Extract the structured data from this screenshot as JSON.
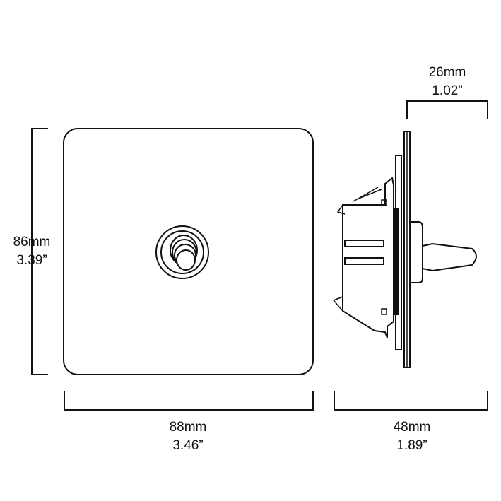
{
  "title": "Single toggle switch plate dimensions",
  "dimensions": {
    "height": {
      "metric": "86mm",
      "imperial": "3.39”"
    },
    "width": {
      "metric": "88mm",
      "imperial": "3.46”"
    },
    "depth": {
      "metric": "48mm",
      "imperial": "1.89”"
    },
    "protrusion": {
      "metric": "26mm",
      "imperial": "1.02”"
    }
  }
}
